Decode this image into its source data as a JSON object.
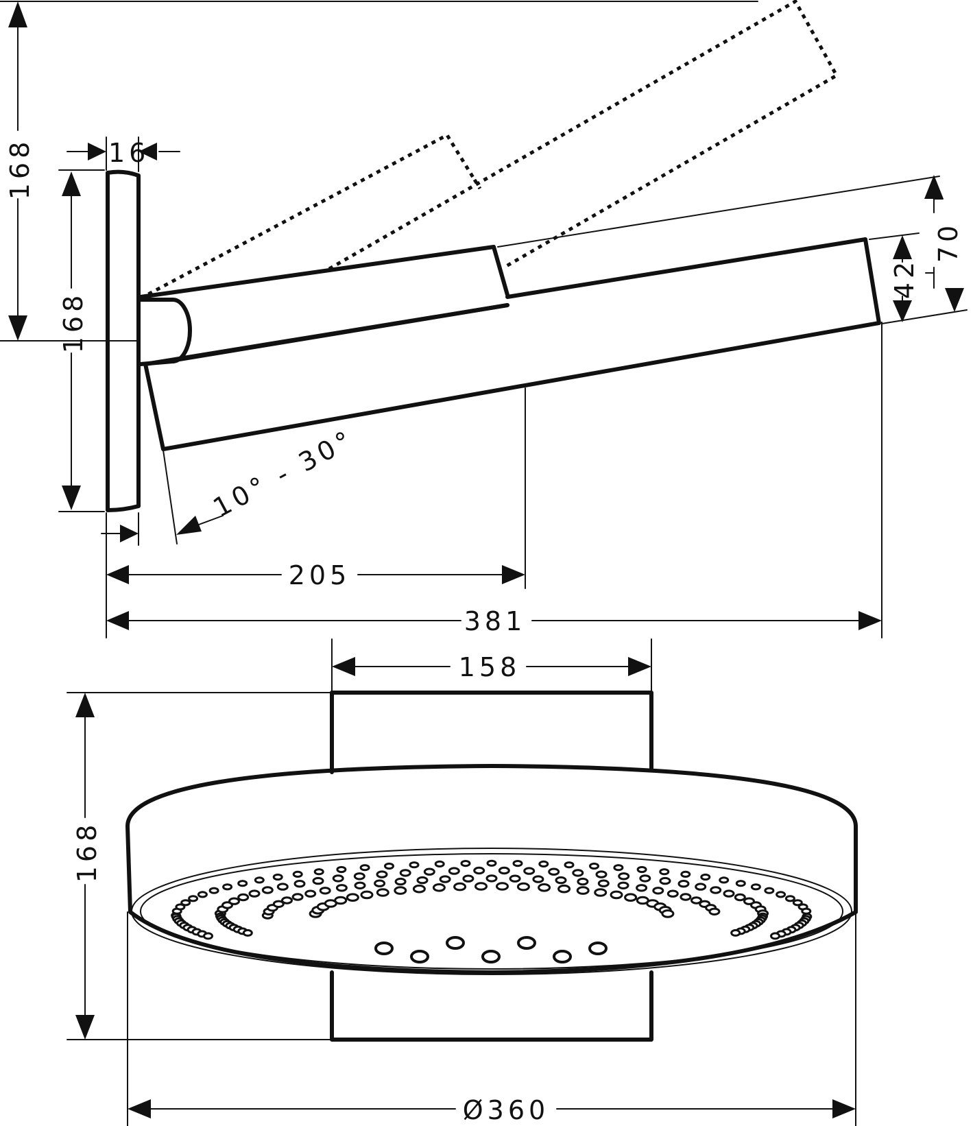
{
  "dimensions": {
    "side_view": {
      "total_height_168": "168",
      "plate_thickness_16": "16",
      "plate_height_168": "168",
      "head_height_42": "42",
      "head_height_70": "70",
      "angle_range": "10° - 30°",
      "arm_projection_205": "205",
      "total_projection_381": "381"
    },
    "front_view": {
      "plate_width_158": "158",
      "plate_height_168": "168",
      "head_diameter": "Ø360"
    }
  }
}
